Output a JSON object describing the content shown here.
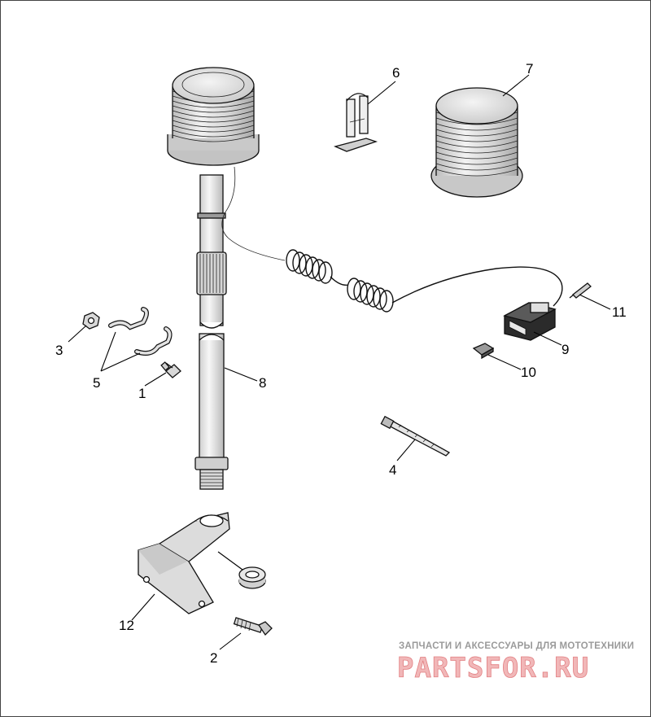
{
  "callouts": [
    {
      "id": "c1",
      "text": "1"
    },
    {
      "id": "c2",
      "text": "2"
    },
    {
      "id": "c3",
      "text": "3"
    },
    {
      "id": "c4",
      "text": "4"
    },
    {
      "id": "c5",
      "text": "5"
    },
    {
      "id": "c6",
      "text": "6"
    },
    {
      "id": "c7",
      "text": "7"
    },
    {
      "id": "c8",
      "text": "8"
    },
    {
      "id": "c9",
      "text": "9"
    },
    {
      "id": "c10",
      "text": "10"
    },
    {
      "id": "c11",
      "text": "11"
    },
    {
      "id": "c12",
      "text": "12"
    }
  ],
  "watermark": {
    "tagline": "ЗАПЧАСТИ И АКСЕССУАРЫ ДЛЯ МОТОТЕХНИКИ",
    "brand": "PARTSFOR.RU"
  },
  "colors": {
    "line": "#000000",
    "part_fill": "#e6e6e6",
    "part_dark": "#bdbdbd",
    "watermark_fill": "#f1b7b8",
    "watermark_tagline": "#9a9a9a"
  }
}
